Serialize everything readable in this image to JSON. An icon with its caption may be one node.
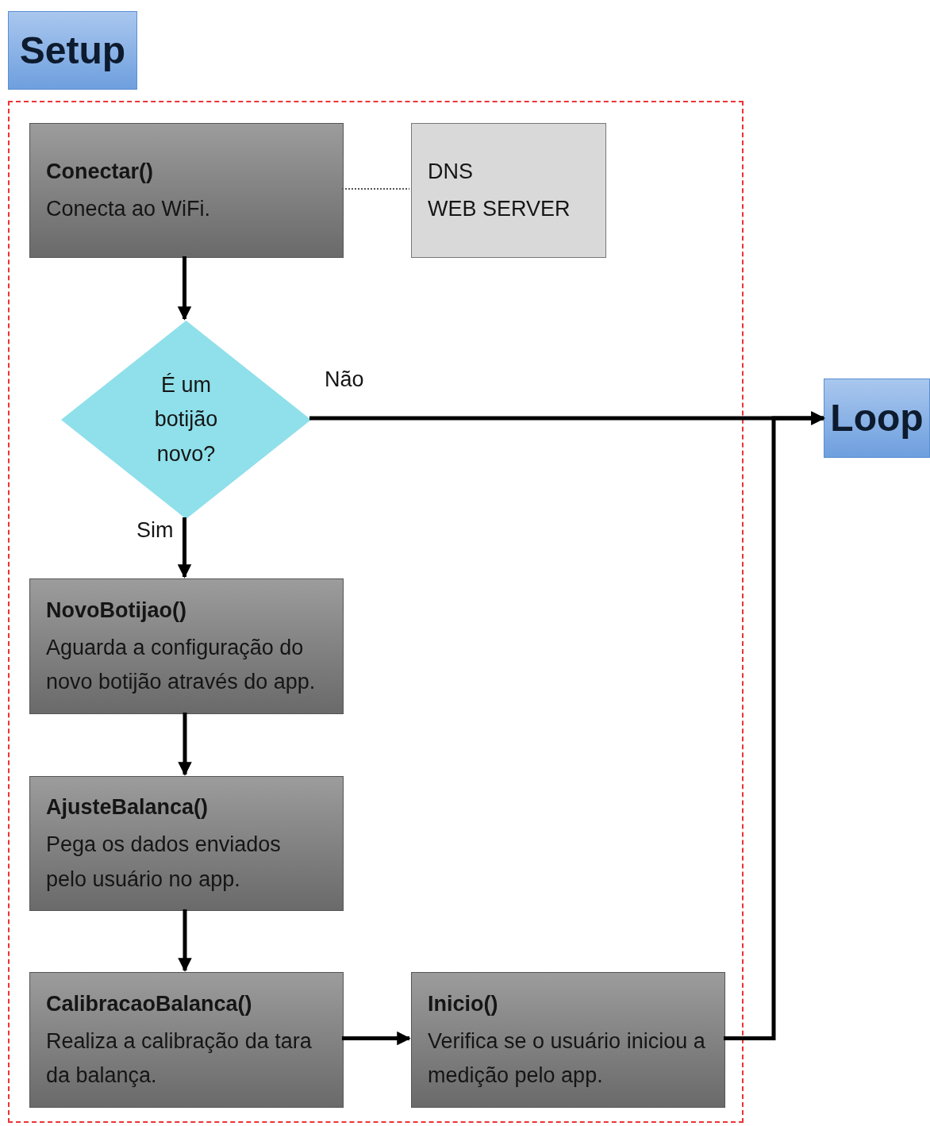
{
  "diagram": {
    "nodes": [
      {
        "text": [
          "Setup"
        ]
      },
      {
        "text": [],
        "shape": "box"
      },
      {
        "text": [
          "Conectar()",
          "Conecta ao WiFi."
        ],
        "in": 1
      },
      {
        "text": [
          "DNS",
          "WEB SERVER"
        ],
        "in": 1
      },
      {
        "text": [
          "É um botijão novo?"
        ],
        "in": 1
      },
      {
        "text": [
          "NovoBotijao()",
          "Aguarda a configuração do novo botijão através do app."
        ],
        "in": 1
      },
      {
        "text": [
          "AjusteBalanca()",
          "Pega os dados enviados pelo usuário no app."
        ],
        "in": 1
      },
      {
        "text": [
          "CalibracaoBalanca()",
          "Realiza a calibração da tara da balança."
        ],
        "in": 1
      },
      {
        "text": [
          "Inicio()",
          "Verifica se o usuário iniciou a medição pelo app."
        ],
        "in": 1
      },
      {
        "text": [
          "Loop"
        ]
      }
    ],
    "edges": [
      {
        "from": 2,
        "to": 3,
        "arrow": "none",
        "style": "dashed"
      },
      {
        "from": 2,
        "to": 4,
        "arrow": "to"
      },
      {
        "from": 4,
        "to": 9,
        "arrow": "to",
        "label": "Não"
      },
      {
        "from": 4,
        "to": 5,
        "arrow": "to",
        "label": "Sim"
      },
      {
        "from": 5,
        "to": 6,
        "arrow": "to"
      },
      {
        "from": 6,
        "to": 7,
        "arrow": "to"
      },
      {
        "from": 7,
        "to": 8,
        "arrow": "to"
      },
      {
        "from": 8,
        "to": 9,
        "arrow": "to"
      }
    ]
  }
}
